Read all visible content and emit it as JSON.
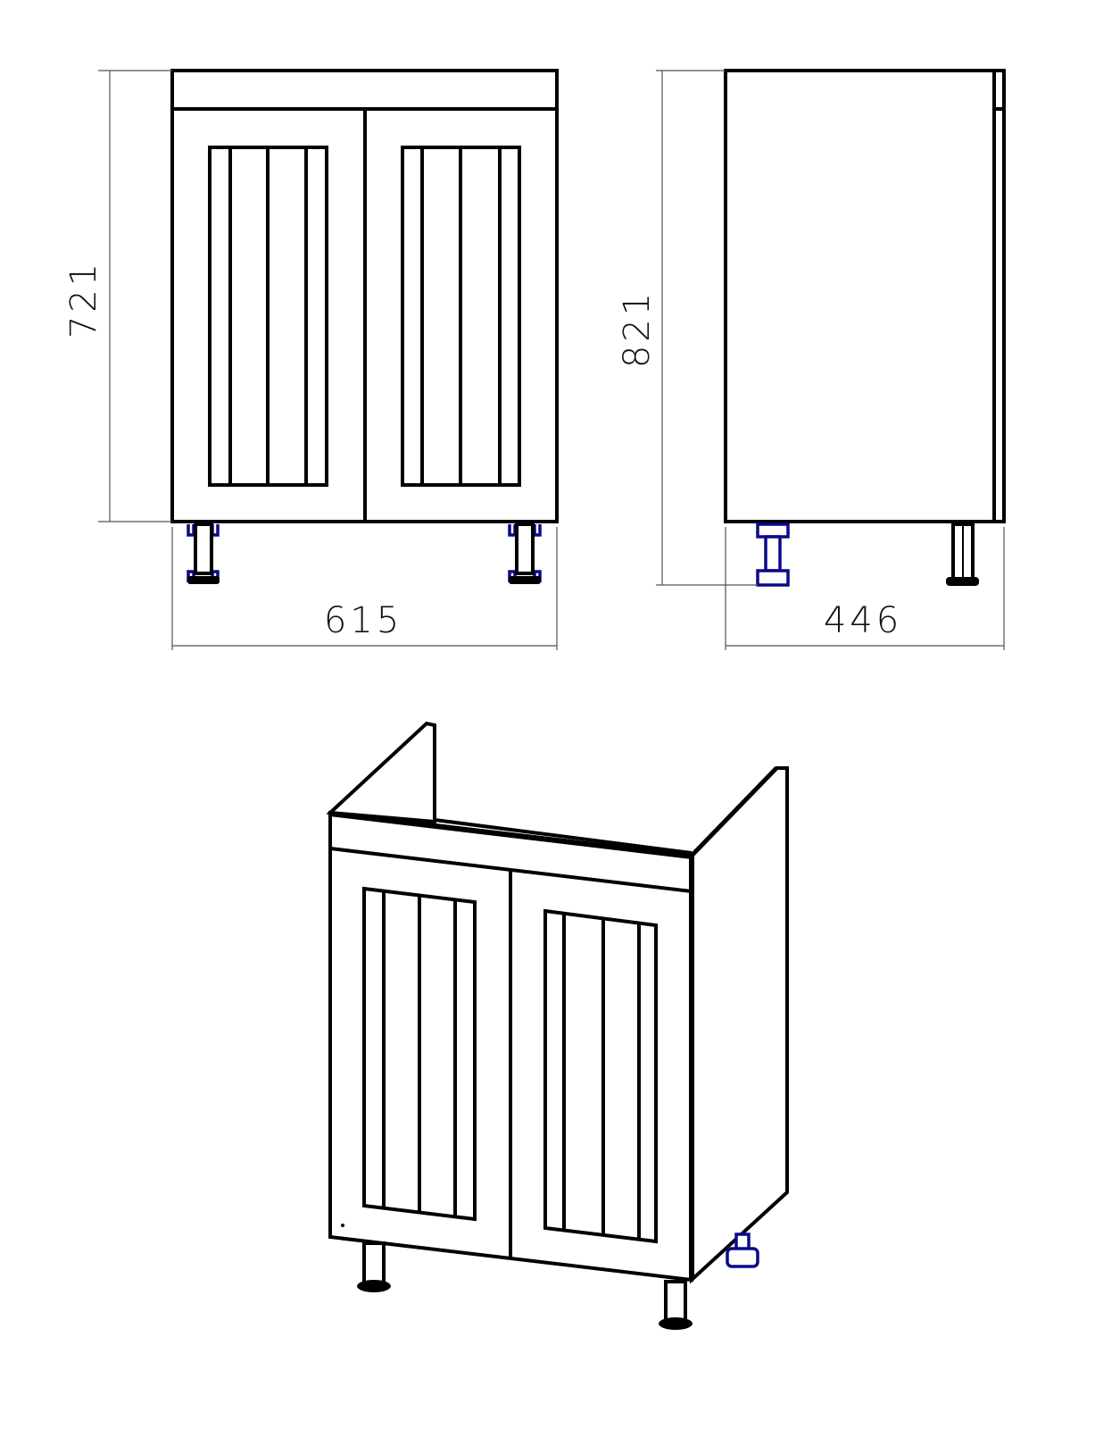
{
  "dimensions": {
    "front_height": "721",
    "front_width": "615",
    "side_height": "821",
    "side_depth": "446"
  },
  "colors": {
    "line": "#000000",
    "adjustable_leg": "#0a0a8c",
    "dimension_line": "#555555"
  }
}
